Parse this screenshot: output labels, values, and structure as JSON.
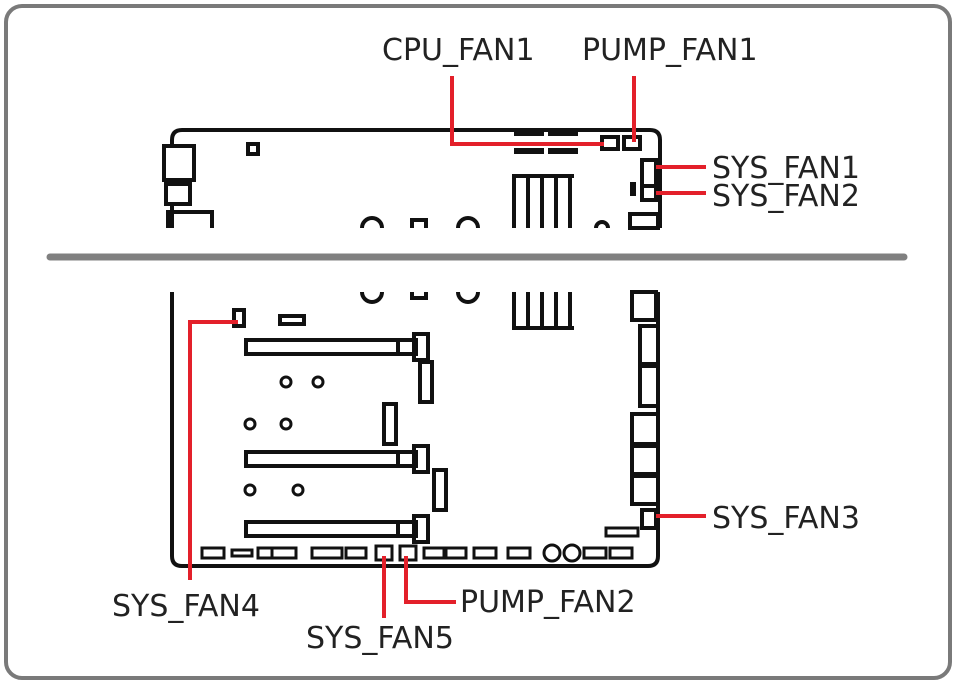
{
  "colors": {
    "frame": "#7a7a7a",
    "board": "#111111",
    "leader": "#e3202a",
    "divider": "#808080",
    "text": "#222222"
  },
  "labels": {
    "cpu_fan1": "CPU_FAN1",
    "pump_fan1": "PUMP_FAN1",
    "sys_fan1": "SYS_FAN1",
    "sys_fan2": "SYS_FAN2",
    "sys_fan3": "SYS_FAN3",
    "sys_fan4": "SYS_FAN4",
    "sys_fan5": "SYS_FAN5",
    "pump_fan2": "PUMP_FAN2"
  }
}
